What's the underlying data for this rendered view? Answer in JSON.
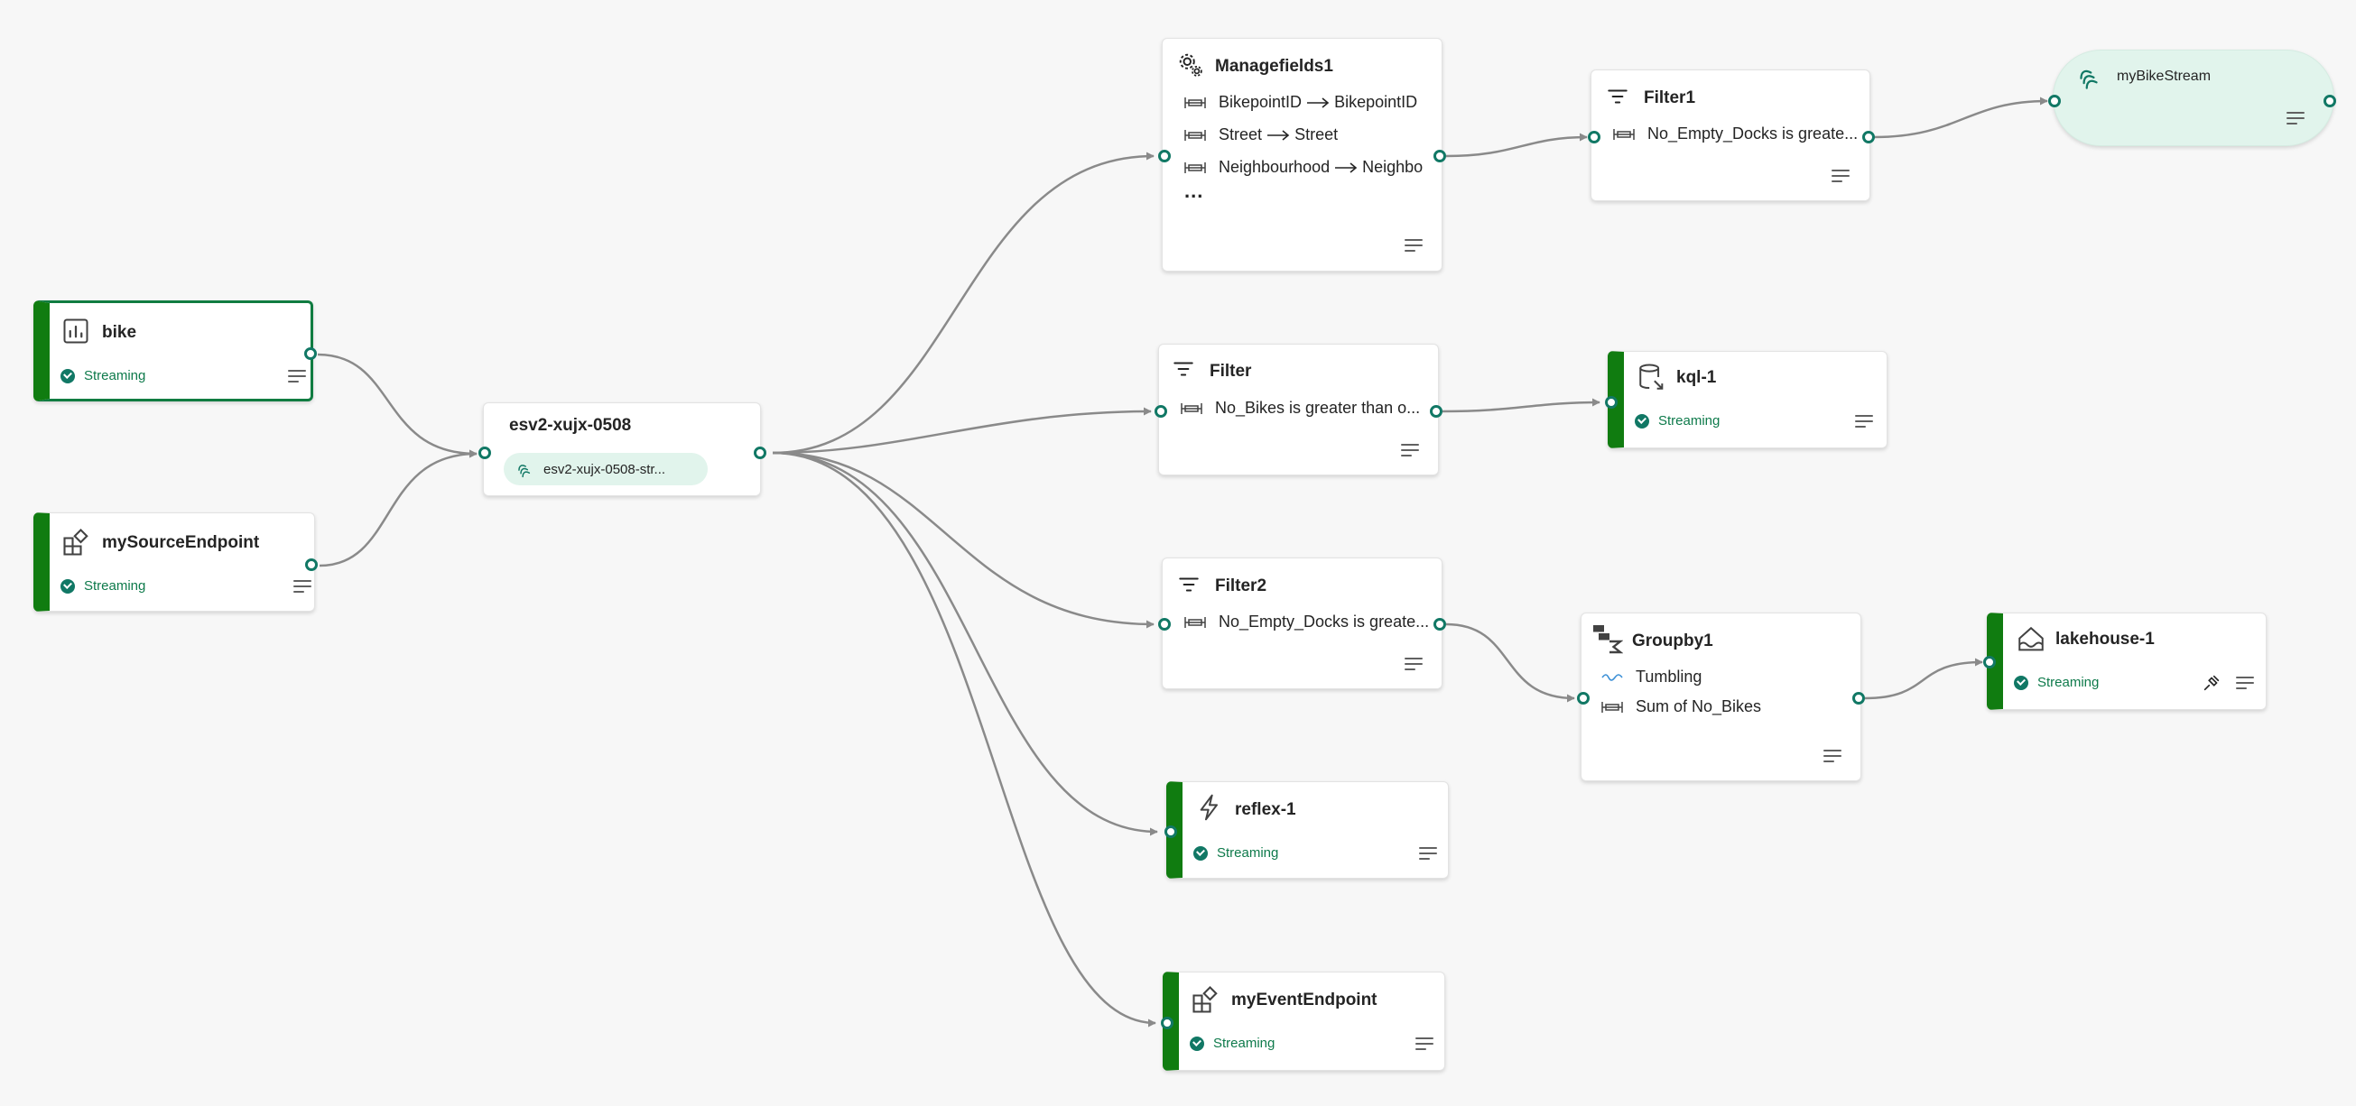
{
  "nodes": {
    "bike": {
      "title": "bike",
      "status": "Streaming"
    },
    "source_endpoint": {
      "title": "mySourceEndpoint",
      "status": "Streaming"
    },
    "eventstream": {
      "title": "esv2-xujx-0508",
      "chip": "esv2-xujx-0508-str..."
    },
    "managefields": {
      "title": "Managefields1",
      "rows": [
        {
          "from": "BikepointID",
          "to": "BikepointID"
        },
        {
          "from": "Street",
          "to": "Street"
        },
        {
          "from": "Neighbourhood",
          "to": "Neighbo"
        }
      ],
      "more": "..."
    },
    "filter1": {
      "title": "Filter1",
      "condition": "No_Empty_Docks is greate..."
    },
    "mybikestream": {
      "title": "myBikeStream"
    },
    "filter": {
      "title": "Filter",
      "condition": "No_Bikes is greater than o..."
    },
    "kql": {
      "title": "kql-1",
      "status": "Streaming"
    },
    "filter2": {
      "title": "Filter2",
      "condition": "No_Empty_Docks is greate..."
    },
    "groupby": {
      "title": "Groupby1",
      "window": "Tumbling",
      "aggregate": "Sum of No_Bikes"
    },
    "lakehouse": {
      "title": "lakehouse-1",
      "status": "Streaming"
    },
    "reflex": {
      "title": "reflex-1",
      "status": "Streaming"
    },
    "event_endpoint": {
      "title": "myEventEndpoint",
      "status": "Streaming"
    }
  },
  "icons": {
    "bike": "chart-icon",
    "source_endpoint": "custom-endpoint-icon",
    "eventstream": "stream-icon",
    "managefields": "gears-icon",
    "filter": "filter-icon",
    "groupby": "group-sum-icon",
    "kql": "database-icon",
    "lakehouse": "lakehouse-icon",
    "reflex": "lightning-icon",
    "mybikestream": "stream-icon",
    "field": "field-icon",
    "window": "tumbling-window-icon",
    "status": "check-circle-icon",
    "menu": "details-menu-icon",
    "connect": "connector-icon"
  },
  "colors": {
    "canvas_bg": "#f7f7f7",
    "accent_green": "#107c10",
    "port": "#117865",
    "status_text": "#0e7a4b",
    "stream_bg": "#e1f4ec",
    "edge": "#8a8a8a"
  }
}
